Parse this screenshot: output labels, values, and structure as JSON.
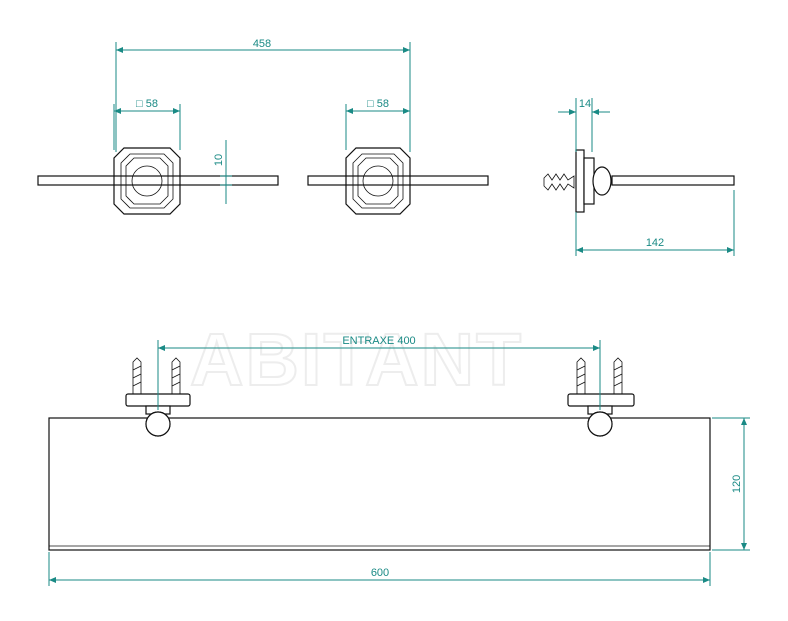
{
  "watermark": "ABITANT",
  "front_view": {
    "centers_dim": "458",
    "left_base_dim": "□ 58",
    "right_base_dim": "□ 58",
    "thickness_dim": "10"
  },
  "side_view": {
    "base_depth_dim": "14",
    "projection_dim": "142"
  },
  "shelf_view": {
    "entraxe_dim": "ENTRAXE 400",
    "height_dim": "120",
    "width_dim": "600"
  }
}
